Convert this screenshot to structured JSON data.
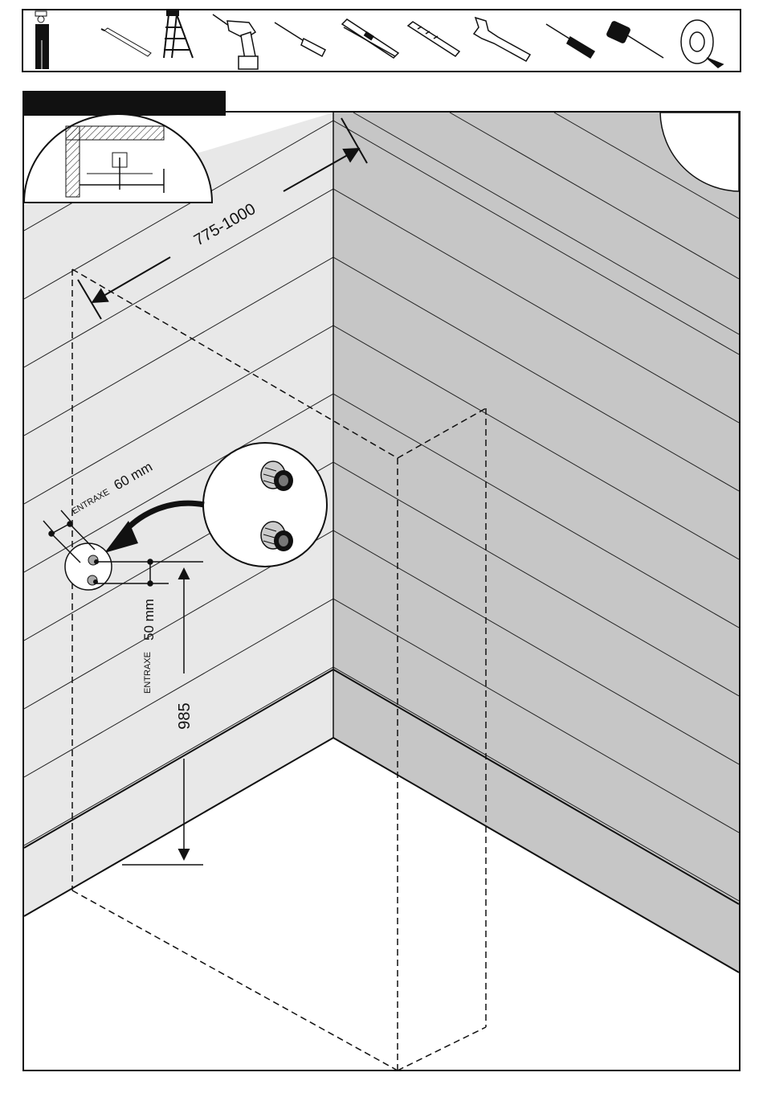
{
  "tools": [
    {
      "name": "plumber-figure-icon"
    },
    {
      "name": "pencil-icon"
    },
    {
      "name": "step-ladder-icon"
    },
    {
      "name": "power-drill-icon"
    },
    {
      "name": "screwdriver-icon"
    },
    {
      "name": "spirit-level-icon"
    },
    {
      "name": "drill-bit-icon"
    },
    {
      "name": "adjustable-wrench-icon"
    },
    {
      "name": "phillips-screwdriver-icon"
    },
    {
      "name": "mallet-icon"
    },
    {
      "name": "ptfe-tape-icon"
    }
  ],
  "dimensions": {
    "width_range": "775-1000",
    "height": "985",
    "entraxe_top_prefix": "ENTRAXE",
    "entraxe_top_value": "60 mm",
    "entraxe_side_prefix": "ENTRAXE",
    "entraxe_side_value": "50 mm"
  },
  "colors": {
    "left_wall": "#e8e8e8",
    "right_wall": "#c6c6c6",
    "floor": "#ffffff",
    "ink": "#111111"
  }
}
